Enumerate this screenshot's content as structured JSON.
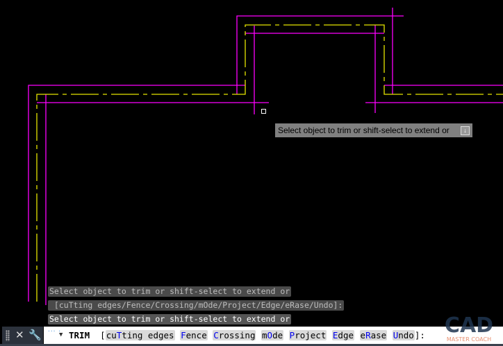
{
  "colors": {
    "background": "#000000",
    "wall": "#ff00ff",
    "centerline": "#e6e600",
    "option_key": "#0000ee"
  },
  "tooltip": {
    "text": "Select object to trim or shift-select to extend or",
    "icon": "download-icon"
  },
  "history": [
    "Select object to trim or shift-select to extend or",
    " [cuTting edges/Fence/Crossing/mOde/Project/Edge/eRase/Undo]:",
    "Select object to trim or shift-select to extend or"
  ],
  "command": {
    "name": "TRIM",
    "open": "[",
    "close": "]:",
    "options": [
      {
        "pre": "cu",
        "key": "T",
        "post": "ting edges"
      },
      {
        "pre": "",
        "key": "F",
        "post": "ence"
      },
      {
        "pre": "",
        "key": "C",
        "post": "rossing"
      },
      {
        "pre": "m",
        "key": "O",
        "post": "de"
      },
      {
        "pre": "",
        "key": "P",
        "post": "roject"
      },
      {
        "pre": "",
        "key": "E",
        "post": "dge"
      },
      {
        "pre": "e",
        "key": "R",
        "post": "ase"
      },
      {
        "pre": "",
        "key": "U",
        "post": "ndo"
      }
    ],
    "close_icon": "close-icon",
    "customize_icon": "wrench-icon"
  },
  "logo": {
    "text_top": "CAD",
    "text_bottom": "MASTER COACH"
  }
}
